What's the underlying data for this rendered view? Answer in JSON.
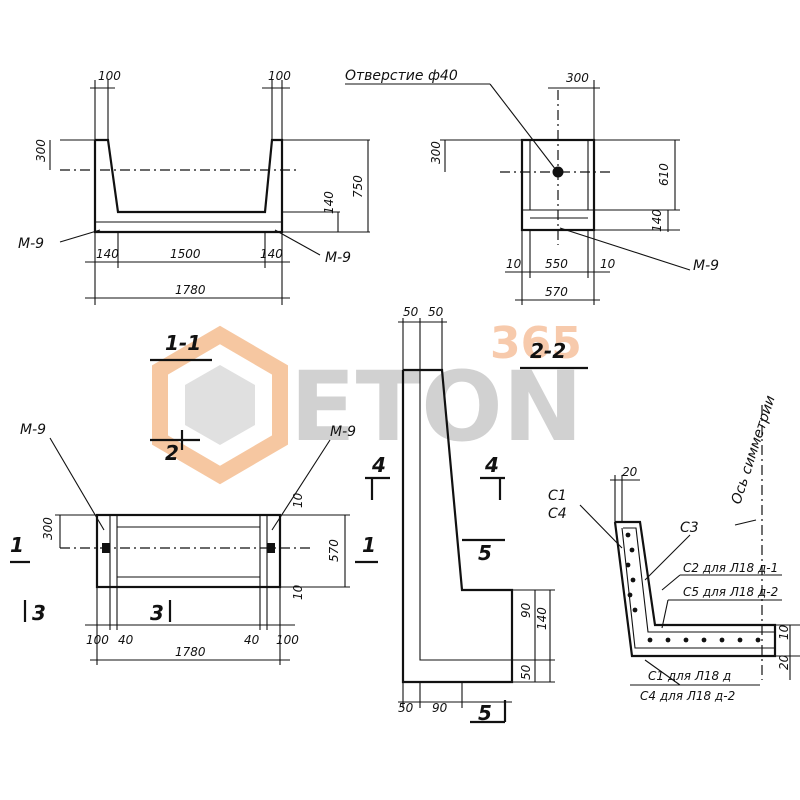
{
  "watermark": {
    "number": "365",
    "brand": "ETON",
    "number_color": "#f5b48a",
    "brand_color": "#9a9a9a",
    "logo_color": "#f09a55"
  },
  "view1": {
    "dims": [
      "100",
      "100",
      "300",
      "750",
      "140",
      "140",
      "1500",
      "140",
      "1780"
    ],
    "labels": [
      "M-9",
      "M-9"
    ],
    "section": "1-1"
  },
  "view2": {
    "hole_label": "Отверстие ф40",
    "dims": [
      "300",
      "300",
      "610",
      "140",
      "10",
      "550",
      "10",
      "570"
    ],
    "labels": [
      "M-9"
    ],
    "section": "2-2"
  },
  "view3": {
    "labels": [
      "M-9",
      "M-9"
    ],
    "marks": [
      "1",
      "1",
      "2",
      "3",
      "3"
    ],
    "dims": [
      "300",
      "570",
      "10",
      "10",
      "100",
      "40",
      "40",
      "100",
      "1780"
    ]
  },
  "view4": {
    "dims_top": [
      "50",
      "50"
    ],
    "marks": [
      "4",
      "4",
      "5",
      "5"
    ],
    "dims": [
      "90",
      "140",
      "50",
      "50",
      "90"
    ]
  },
  "view5": {
    "axis_label": "Ось симметрии",
    "labels": [
      "C1",
      "C4",
      "C3",
      "C2 для Л18 д-1",
      "C5 для Л18 д-2",
      "C1 для Л18 д",
      "C4 для Л18 д-2"
    ],
    "dims": [
      "20",
      "10",
      "20"
    ]
  }
}
